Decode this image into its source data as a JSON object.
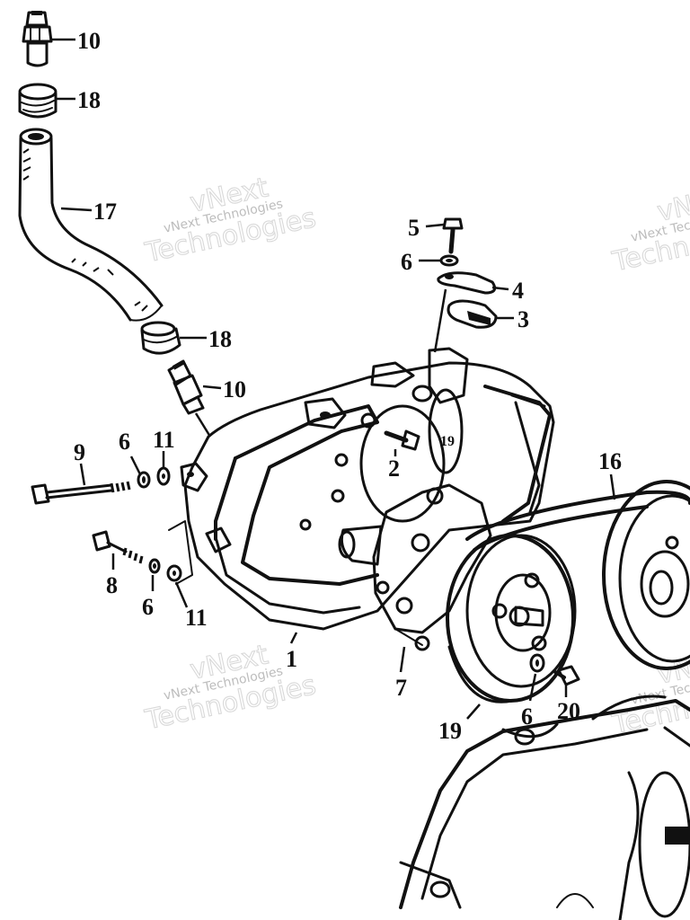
{
  "watermarks": [
    {
      "line1": "vNext",
      "small": "vNext Technologies",
      "line2": "Technologies"
    },
    {
      "line1": "vNext",
      "small": "vNext Technologies",
      "line2": "Technologies"
    },
    {
      "line1": "vNext",
      "small": "vNext Technologies",
      "line2": "Technologies"
    },
    {
      "line1": "vNext",
      "small": "vNext Technologies",
      "line2": "Technologies"
    }
  ],
  "callouts": [
    "10",
    "18",
    "17",
    "18",
    "10",
    "5",
    "6",
    "4",
    "3",
    "2",
    "9",
    "6",
    "11",
    "8",
    "6",
    "11",
    "1",
    "7",
    "16",
    "19",
    "6",
    "20"
  ]
}
